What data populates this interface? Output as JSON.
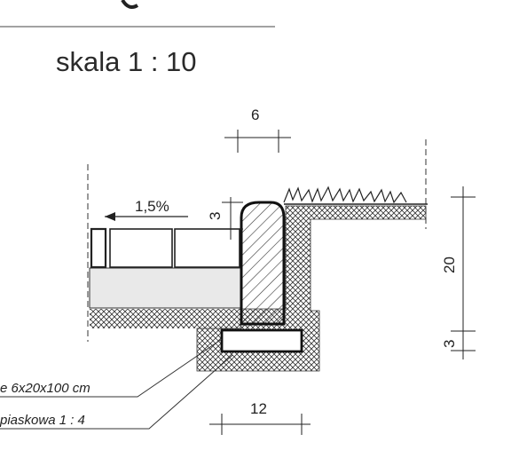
{
  "scale_label": "skala  1 : 10",
  "dimensions": {
    "curb_top_width": "6",
    "top_offset": "3",
    "slope": "1,5%",
    "total_height": "20",
    "base_height": "3",
    "foundation_width": "12"
  },
  "labels": {
    "curb": "e 6x20x100 cm",
    "mortar": "piaskowa  1 : 4"
  },
  "colors": {
    "line": "#222222",
    "paving_fill": "#e9e9e9",
    "background": "#ffffff"
  }
}
